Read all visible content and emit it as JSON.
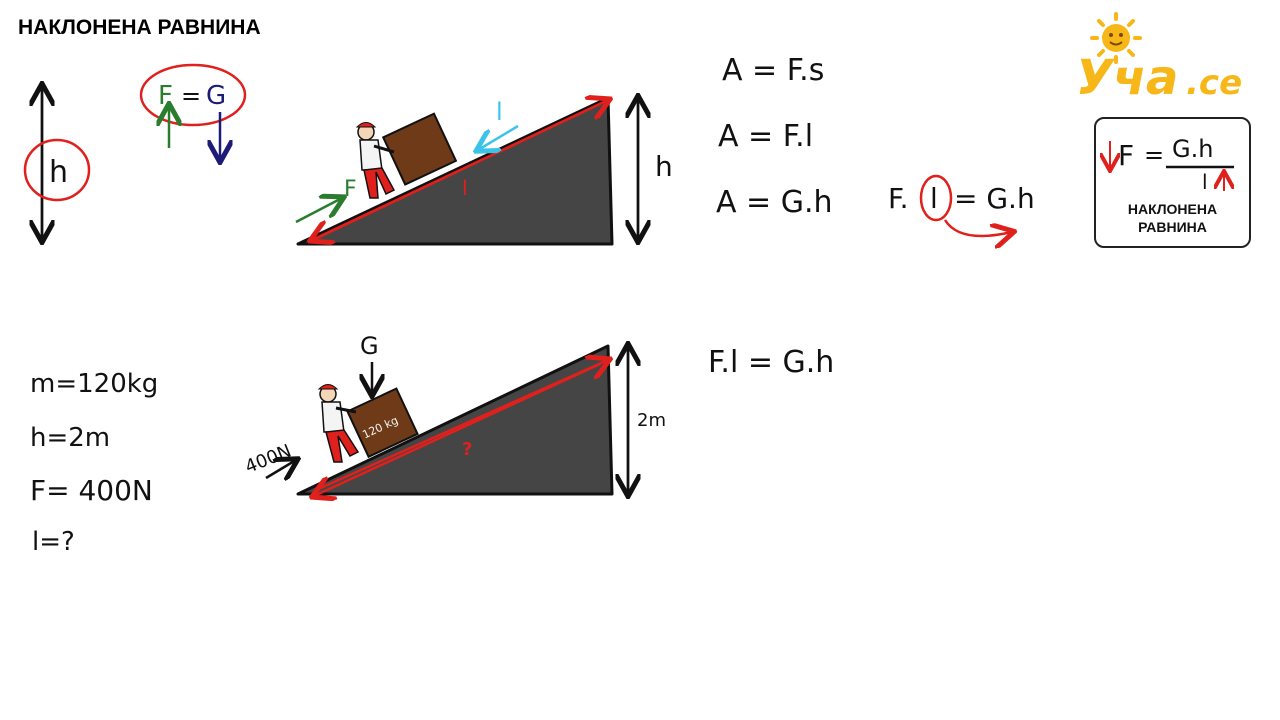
{
  "title": "НАКЛОНЕНА РАВНИНА",
  "logo": {
    "main": "Уча",
    "suffix": ".се"
  },
  "top_left": {
    "h_label": "h",
    "formula_F": "F",
    "formula_eq": "=",
    "formula_G": "G"
  },
  "top_incline": {
    "F_label": "F",
    "l_label_cyan": "l",
    "l_label_red": "l",
    "h_label": "h"
  },
  "work_formulas": [
    "A = F.s",
    "A = F.l",
    "A = G.h"
  ],
  "relation": {
    "left": "F.",
    "l": "l",
    "right": "= G.h"
  },
  "formula_box": {
    "F": "F",
    "eq": "=",
    "numerator": "G.h",
    "denominator": "l",
    "caption_line1": "НАКЛОНЕНА",
    "caption_line2": "РАВНИНА"
  },
  "problem": {
    "given": [
      "m=120kg",
      "h=2m",
      "F= 400N",
      "l=?"
    ]
  },
  "bottom_incline": {
    "G_label": "G",
    "box_label": "120 kg",
    "force_label": "400N",
    "length_label": "?",
    "height_label": "2m"
  },
  "bottom_equation": "F.l = G.h",
  "colors": {
    "ramp": "#454545",
    "red": "#e0201c",
    "green": "#2a7d2e",
    "navy": "#1c1c78",
    "cyan": "#3cc4e8",
    "box": "#6e3a18",
    "logo": "#f7b718"
  }
}
